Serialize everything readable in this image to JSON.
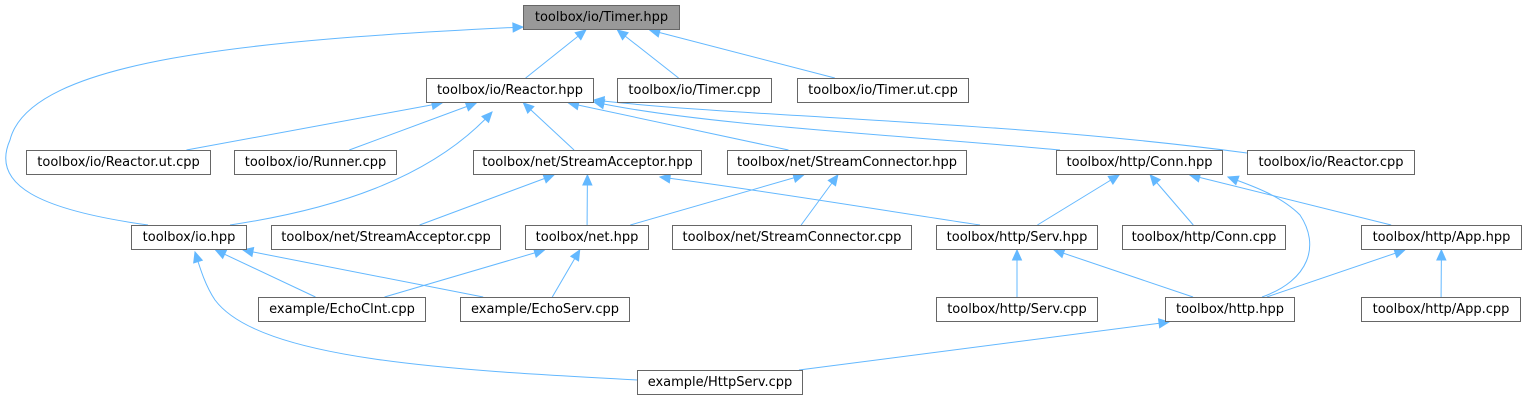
{
  "graph": {
    "root": "timer-hpp",
    "colors": {
      "edge": "#63b8ff",
      "node_border": "#666666",
      "root_fill": "#999999",
      "node_fill": "#ffffff"
    },
    "nodes": [
      {
        "id": "timer-hpp",
        "label": "toolbox/io/Timer.hpp",
        "root": true
      },
      {
        "id": "reactor-hpp",
        "label": "toolbox/io/Reactor.hpp"
      },
      {
        "id": "timer-cpp",
        "label": "toolbox/io/Timer.cpp"
      },
      {
        "id": "timer-ut-cpp",
        "label": "toolbox/io/Timer.ut.cpp"
      },
      {
        "id": "reactor-ut-cpp",
        "label": "toolbox/io/Reactor.ut.cpp"
      },
      {
        "id": "runner-cpp",
        "label": "toolbox/io/Runner.cpp"
      },
      {
        "id": "stream-acceptor-hpp",
        "label": "toolbox/net/StreamAcceptor.hpp"
      },
      {
        "id": "stream-connector-hpp",
        "label": "toolbox/net/StreamConnector.hpp"
      },
      {
        "id": "conn-hpp",
        "label": "toolbox/http/Conn.hpp"
      },
      {
        "id": "reactor-cpp",
        "label": "toolbox/io/Reactor.cpp"
      },
      {
        "id": "io-hpp",
        "label": "toolbox/io.hpp"
      },
      {
        "id": "stream-acceptor-cpp",
        "label": "toolbox/net/StreamAcceptor.cpp"
      },
      {
        "id": "net-hpp",
        "label": "toolbox/net.hpp"
      },
      {
        "id": "stream-connector-cpp",
        "label": "toolbox/net/StreamConnector.cpp"
      },
      {
        "id": "serv-hpp",
        "label": "toolbox/http/Serv.hpp"
      },
      {
        "id": "conn-cpp",
        "label": "toolbox/http/Conn.cpp"
      },
      {
        "id": "app-hpp",
        "label": "toolbox/http/App.hpp"
      },
      {
        "id": "echo-clnt-cpp",
        "label": "example/EchoClnt.cpp"
      },
      {
        "id": "echo-serv-cpp",
        "label": "example/EchoServ.cpp"
      },
      {
        "id": "serv-cpp",
        "label": "toolbox/http/Serv.cpp"
      },
      {
        "id": "http-hpp",
        "label": "toolbox/http.hpp"
      },
      {
        "id": "app-cpp",
        "label": "toolbox/http/App.cpp"
      },
      {
        "id": "http-serv-cpp",
        "label": "example/HttpServ.cpp"
      }
    ],
    "edges": [
      {
        "from": "reactor-hpp",
        "to": "timer-hpp"
      },
      {
        "from": "timer-cpp",
        "to": "timer-hpp"
      },
      {
        "from": "timer-ut-cpp",
        "to": "timer-hpp"
      },
      {
        "from": "io-hpp",
        "to": "timer-hpp"
      },
      {
        "from": "reactor-ut-cpp",
        "to": "reactor-hpp"
      },
      {
        "from": "runner-cpp",
        "to": "reactor-hpp"
      },
      {
        "from": "stream-acceptor-hpp",
        "to": "reactor-hpp"
      },
      {
        "from": "stream-connector-hpp",
        "to": "reactor-hpp"
      },
      {
        "from": "conn-hpp",
        "to": "reactor-hpp"
      },
      {
        "from": "reactor-cpp",
        "to": "reactor-hpp"
      },
      {
        "from": "io-hpp",
        "to": "reactor-hpp"
      },
      {
        "from": "stream-acceptor-cpp",
        "to": "stream-acceptor-hpp"
      },
      {
        "from": "net-hpp",
        "to": "stream-acceptor-hpp"
      },
      {
        "from": "serv-hpp",
        "to": "stream-acceptor-hpp"
      },
      {
        "from": "net-hpp",
        "to": "stream-connector-hpp"
      },
      {
        "from": "stream-connector-cpp",
        "to": "stream-connector-hpp"
      },
      {
        "from": "serv-hpp",
        "to": "conn-hpp"
      },
      {
        "from": "conn-cpp",
        "to": "conn-hpp"
      },
      {
        "from": "app-hpp",
        "to": "conn-hpp"
      },
      {
        "from": "http-hpp",
        "to": "conn-hpp"
      },
      {
        "from": "echo-clnt-cpp",
        "to": "io-hpp"
      },
      {
        "from": "echo-serv-cpp",
        "to": "io-hpp"
      },
      {
        "from": "http-serv-cpp",
        "to": "io-hpp"
      },
      {
        "from": "echo-clnt-cpp",
        "to": "net-hpp"
      },
      {
        "from": "echo-serv-cpp",
        "to": "net-hpp"
      },
      {
        "from": "serv-cpp",
        "to": "serv-hpp"
      },
      {
        "from": "http-hpp",
        "to": "serv-hpp"
      },
      {
        "from": "http-hpp",
        "to": "app-hpp"
      },
      {
        "from": "app-cpp",
        "to": "app-hpp"
      },
      {
        "from": "http-serv-cpp",
        "to": "http-hpp"
      }
    ]
  }
}
